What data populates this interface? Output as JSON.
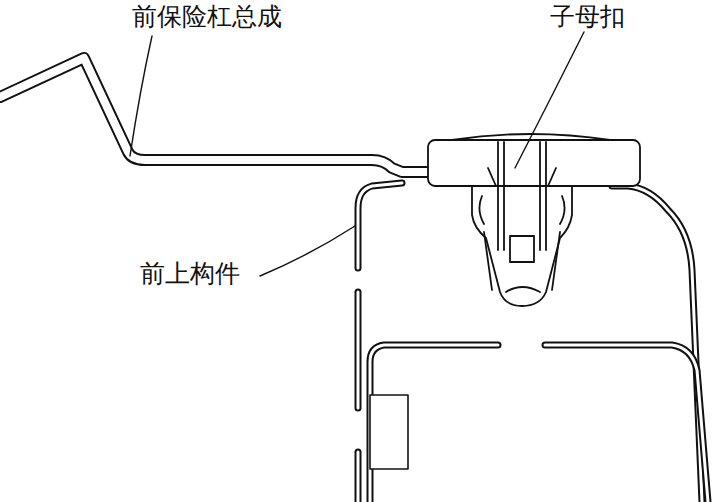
{
  "diagram": {
    "labels": [
      "前保险杠总成",
      "子母扣",
      "前上构件"
    ]
  }
}
